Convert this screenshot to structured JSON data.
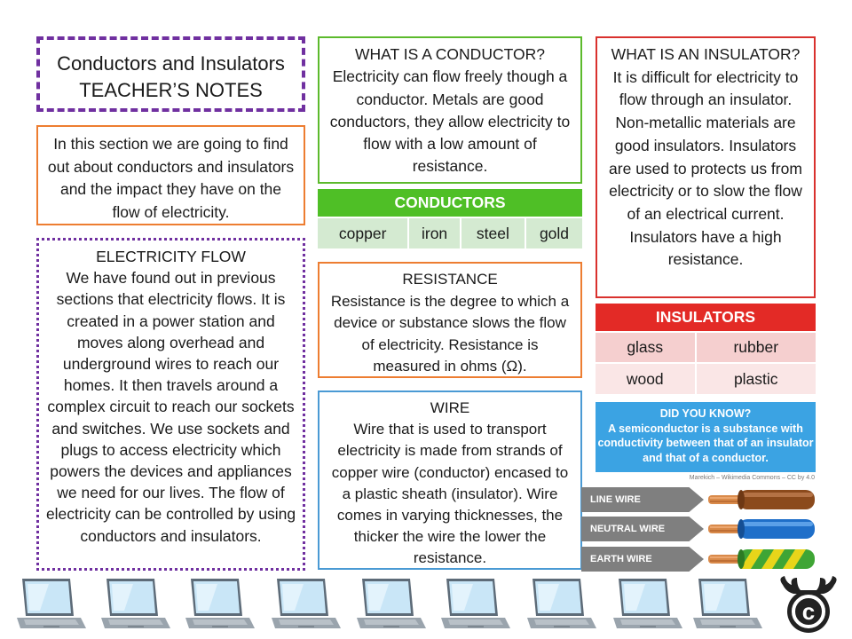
{
  "title": {
    "line1": "Conductors and Insulators",
    "line2": "TEACHER’S NOTES"
  },
  "intro": "In this section we are going to find out about conductors and insulators and the impact they have on the flow of electricity.",
  "electricity_flow": {
    "heading": "ELECTRICITY FLOW",
    "body": "We have found out in previous sections that electricity flows. It is created in a power station and moves along overhead and underground wires to reach our homes. It then travels around a complex circuit to reach our sockets and switches. We use sockets and plugs to access electricity which powers the devices and appliances we need for our lives. The flow of electricity can be controlled by using conductors and insulators."
  },
  "conductor": {
    "heading": "WHAT IS A CONDUCTOR?",
    "body": "Electricity can flow freely though a conductor. Metals are good conductors, they allow electricity to flow with a low amount of resistance."
  },
  "conductors_table": {
    "heading": "CONDUCTORS",
    "items": [
      "copper",
      "iron",
      "steel",
      "gold"
    ]
  },
  "resistance": {
    "heading": "RESISTANCE",
    "body": "Resistance is the degree to which a device or substance slows the flow of electricity. Resistance is measured in ohms (Ω)."
  },
  "wire": {
    "heading": "WIRE",
    "body": "Wire that is used to transport electricity is made from strands of copper wire (conductor) encased to a plastic sheath (insulator). Wire comes in varying thicknesses, the thicker the wire the lower the resistance."
  },
  "insulator": {
    "heading": "WHAT IS AN INSULATOR?",
    "body": "It is difficult for electricity to flow through an insulator. Non-metallic materials are good insulators. Insulators are used to protects us from electricity or to slow the flow of an electrical current. Insulators have a high resistance."
  },
  "insulators_table": {
    "heading": "INSULATORS",
    "rows": [
      [
        "glass",
        "rubber"
      ],
      [
        "wood",
        "plastic"
      ]
    ]
  },
  "did_you_know": {
    "heading": "DID YOU KNOW?",
    "body": "A semiconductor is a substance with conductivity between that of an insulator and that of a conductor."
  },
  "credit": "Marekich – Wikimedia Commons – CC by 4.0",
  "wires": [
    {
      "label": "LINE WIRE",
      "color": "#8b4a1c"
    },
    {
      "label": "NEUTRAL WIRE",
      "color": "#1f6fc9"
    },
    {
      "label": "EARTH WIRE",
      "color": "#3fa535",
      "stripe": "#e8d51a"
    }
  ],
  "colors": {
    "purple": "#7030a0",
    "orange": "#ed7d31",
    "green": "#4fbf26",
    "red": "#e32a26",
    "blue": "#3ba3e3"
  },
  "icons": [
    "laptop-icon",
    "copyright-logo-icon"
  ]
}
